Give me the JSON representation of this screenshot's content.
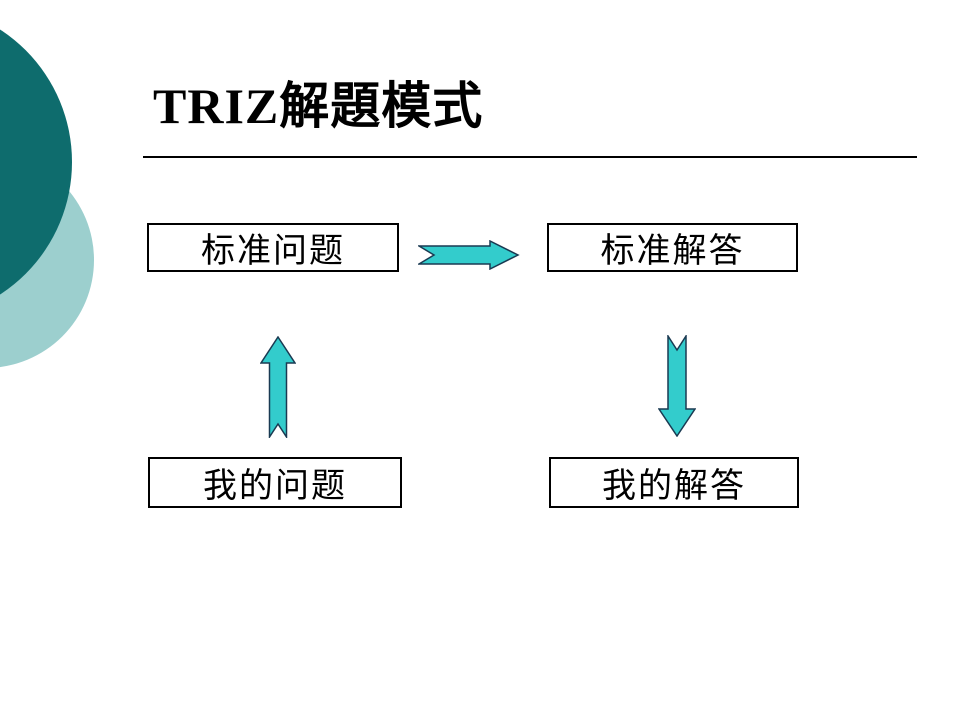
{
  "slide": {
    "title": "TRIZ解題模式",
    "boxes": [
      {
        "id": "standard-problem",
        "label": "标准问题"
      },
      {
        "id": "standard-solution",
        "label": "标准解答"
      },
      {
        "id": "my-problem",
        "label": "我的问题"
      },
      {
        "id": "my-solution",
        "label": "我的解答"
      }
    ],
    "arrows": [
      {
        "id": "right",
        "direction": "right",
        "from": "标准问题",
        "to": "标准解答"
      },
      {
        "id": "up",
        "direction": "up",
        "from": "我的问题",
        "to": "标准问题"
      },
      {
        "id": "down",
        "direction": "down",
        "from": "标准解答",
        "to": "我的解答"
      }
    ],
    "colors": {
      "arrow_fill": "#33CCCC",
      "arrow_stroke": "#1A3A52",
      "circle_dark": "#0E6C6D",
      "circle_light": "#9CCFCE",
      "box_border": "#000000",
      "text": "#000000"
    }
  }
}
